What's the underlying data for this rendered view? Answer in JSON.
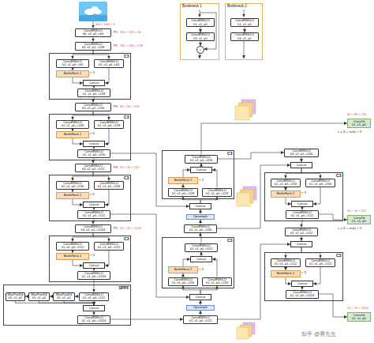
{
  "diagram": {
    "nodes": [
      {
        "text": [
          "Bottleneck 1"
        ]
      },
      {
        "text": [
          "ConvBNSiLU",
          "k1, s1, p0"
        ],
        "in": 0
      },
      {
        "text": [
          "ConvBNSiLU",
          "k3, s1, p1"
        ],
        "in": 0
      },
      {
        "text": [
          "+"
        ],
        "in": 0
      },
      {
        "text": [
          "Bottleneck 2"
        ]
      },
      {
        "text": [
          "ConvBNSiLU",
          "k1, s1, p0"
        ],
        "in": 4
      },
      {
        "text": [
          "ConvBNSiLU",
          "k3, s1, p1"
        ],
        "in": 4
      },
      {
        "text": [
          "ConvBNSiLU",
          "k6, s2, p2, c64"
        ]
      },
      {
        "text": [
          "ConvBNSiLU",
          "k3, s2, p1, c128"
        ]
      },
      {
        "text": [
          "C3"
        ]
      },
      {
        "text": [
          "ConvBNSiLU",
          "k1, s1, p0, c64"
        ],
        "in": 9
      },
      {
        "text": [
          "ConvBNSiLU",
          "k1, s1, p0, c64"
        ],
        "in": 9
      },
      {
        "text": [
          "BottleNeck 1"
        ],
        "in": 9
      },
      {
        "text": [
          "Concat"
        ],
        "in": 9
      },
      {
        "text": [
          "ConvBNSiLU",
          "k1, s1, p0, c128"
        ],
        "in": 9
      },
      {
        "text": [
          "ConvBNSiLU",
          "k3, s2, p1, c256"
        ]
      },
      {
        "text": [
          "C3"
        ]
      },
      {
        "text": [
          "ConvBNSiLU",
          "k1, s1, p0, c128"
        ],
        "in": 16
      },
      {
        "text": [
          "ConvBNSiLU",
          "k1, s1, p0, c128"
        ],
        "in": 16
      },
      {
        "text": [
          "BottleNeck 1"
        ],
        "in": 16
      },
      {
        "text": [
          "Concat"
        ],
        "in": 16
      },
      {
        "text": [
          "ConvBNSiLU",
          "k1, s1, p0, c256"
        ],
        "in": 16
      },
      {
        "text": [
          "ConvBNSiLU",
          "k3, s2, p1, c512"
        ]
      },
      {
        "text": [
          "C3"
        ]
      },
      {
        "text": [
          "ConvBNSiLU",
          "k1, s1, p0, c256"
        ],
        "in": 23
      },
      {
        "text": [
          "ConvBNSiLU",
          "k1, s1, p0, c256"
        ],
        "in": 23
      },
      {
        "text": [
          "BottleNeck 1"
        ],
        "in": 23
      },
      {
        "text": [
          "Concat"
        ],
        "in": 23
      },
      {
        "text": [
          "ConvBNSiLU",
          "k1, s1, p0, c512"
        ],
        "in": 23
      },
      {
        "text": [
          "ConvBNSiLU",
          "k3, s2, p1, c1024"
        ]
      },
      {
        "text": [
          "C3"
        ]
      },
      {
        "text": [
          "ConvBNSiLU",
          "k1, s1, p0, c512"
        ],
        "in": 30
      },
      {
        "text": [
          "ConvBNSiLU",
          "k1, s1, p0, c512"
        ],
        "in": 30
      },
      {
        "text": [
          "BottleNeck 1"
        ],
        "in": 30
      },
      {
        "text": [
          "Concat"
        ],
        "in": 30
      },
      {
        "text": [
          "ConvBNSiLU",
          "k1, s1, p0, c1024"
        ],
        "in": 30
      },
      {
        "text": [
          "SPPF"
        ]
      },
      {
        "text": [
          "ConvBNSiLU",
          "k1, s1, p0, c512"
        ],
        "in": 36
      },
      {
        "text": [
          "MaxPool2d",
          "k5, s1, p2"
        ],
        "in": 36
      },
      {
        "text": [
          "MaxPool2d",
          "k5, s1, p2"
        ],
        "in": 36
      },
      {
        "text": [
          "MaxPool2d",
          "k5, s1, p2"
        ],
        "in": 36
      },
      {
        "text": [
          "Concat"
        ],
        "in": 36
      },
      {
        "text": [
          "ConvBNSiLU",
          "k1, s1, p0, c1024"
        ],
        "in": 36
      },
      {
        "text": [
          "ConvBNSiLU",
          "k1, s1, p0, c512"
        ]
      },
      {
        "text": [
          "Upsample"
        ]
      },
      {
        "text": [
          "Concat"
        ]
      },
      {
        "text": [
          "C3"
        ]
      },
      {
        "text": [
          "ConvBNSiLU",
          "k1, s1, p0, c512"
        ],
        "in": 46
      },
      {
        "text": [
          "Concat"
        ],
        "in": 46
      },
      {
        "text": [
          "BottleNeck 2"
        ],
        "in": 46
      },
      {
        "text": [
          "ConvBNSiLU",
          "k1, s1, p0, c256"
        ],
        "in": 46
      },
      {
        "text": [
          "ConvBNSiLU",
          "k1, s1, p0, c256"
        ],
        "in": 46
      },
      {
        "text": [
          "ConvBNSiLU",
          "k1, s1, p0, c256"
        ]
      },
      {
        "text": [
          "Upsample"
        ]
      },
      {
        "text": [
          "Concat"
        ]
      },
      {
        "text": [
          "C3"
        ]
      },
      {
        "text": [
          "ConvBNSiLU",
          "k1, s1, p0, c256"
        ],
        "in": 55
      },
      {
        "text": [
          "Concat"
        ],
        "in": 55
      },
      {
        "text": [
          "BottleNeck 2"
        ],
        "in": 55
      },
      {
        "text": [
          "ConvBNSiLU",
          "k1, s1, p0, c128"
        ],
        "in": 55
      },
      {
        "text": [
          "ConvBNSiLU",
          "k1, s1, p0, c128"
        ],
        "in": 55
      },
      {
        "text": [
          "ConvBNSiLU",
          "k3, s2, p1, c256"
        ]
      },
      {
        "text": [
          "Concat"
        ]
      },
      {
        "text": [
          "C3"
        ]
      },
      {
        "text": [
          "ConvBNSiLU",
          "k1, s1, p0, c256"
        ],
        "in": 63
      },
      {
        "text": [
          "ConvBNSiLU",
          "k1, s1, p0, c256"
        ],
        "in": 63
      },
      {
        "text": [
          "BottleNeck 2"
        ],
        "in": 63
      },
      {
        "text": [
          "Concat"
        ],
        "in": 63
      },
      {
        "text": [
          "ConvBNSiLU",
          "k1, s1, p0, c512"
        ],
        "in": 63
      },
      {
        "text": [
          "ConvBNSiLU",
          "k3, s2, p1, c512"
        ]
      },
      {
        "text": [
          "Concat"
        ]
      },
      {
        "text": [
          "C3"
        ]
      },
      {
        "text": [
          "ConvBNSiLU",
          "k1, s1, p0, c512"
        ],
        "in": 71
      },
      {
        "text": [
          "ConvBNSiLU",
          "k1, s1, p0, c512"
        ],
        "in": 71
      },
      {
        "text": [
          "BottleNeck 2"
        ],
        "in": 71
      },
      {
        "text": [
          "Concat"
        ],
        "in": 71
      },
      {
        "text": [
          "ConvBNSiLU",
          "k1, s1, p0, c1024"
        ],
        "in": 71
      },
      {
        "text": [
          "Conv2d",
          "k1, s1, p0"
        ]
      },
      {
        "text": [
          "Conv2d",
          "k1, s1, p0"
        ]
      },
      {
        "text": [
          "Conv2d",
          "k1, s1, p0"
        ]
      }
    ],
    "edges": [
      {
        "from": 1,
        "to": 2,
        "arrow": "to"
      },
      {
        "from": 2,
        "to": 3,
        "arrow": "to"
      },
      {
        "from": 5,
        "to": 6,
        "arrow": "to"
      },
      {
        "from": 7,
        "to": 8,
        "arrow": "to"
      },
      {
        "from": 8,
        "to": 10,
        "arrow": "to"
      },
      {
        "from": 8,
        "to": 11,
        "arrow": "to"
      },
      {
        "from": 10,
        "to": 12,
        "arrow": "to"
      },
      {
        "from": 12,
        "to": 13,
        "arrow": "to"
      },
      {
        "from": 11,
        "to": 13,
        "arrow": "to"
      },
      {
        "from": 13,
        "to": 14,
        "arrow": "to"
      },
      {
        "from": 14,
        "to": 15,
        "arrow": "to"
      },
      {
        "from": 15,
        "to": 17,
        "arrow": "to"
      },
      {
        "from": 15,
        "to": 18,
        "arrow": "to"
      },
      {
        "from": 17,
        "to": 19,
        "arrow": "to"
      },
      {
        "from": 19,
        "to": 20,
        "arrow": "to"
      },
      {
        "from": 18,
        "to": 20,
        "arrow": "to"
      },
      {
        "from": 20,
        "to": 21,
        "arrow": "to"
      },
      {
        "from": 21,
        "to": 22,
        "arrow": "to"
      },
      {
        "from": 22,
        "to": 24,
        "arrow": "to"
      },
      {
        "from": 22,
        "to": 25,
        "arrow": "to"
      },
      {
        "from": 24,
        "to": 26,
        "arrow": "to"
      },
      {
        "from": 26,
        "to": 27,
        "arrow": "to"
      },
      {
        "from": 25,
        "to": 27,
        "arrow": "to"
      },
      {
        "from": 27,
        "to": 28,
        "arrow": "to"
      },
      {
        "from": 28,
        "to": 29,
        "arrow": "to"
      },
      {
        "from": 29,
        "to": 31,
        "arrow": "to"
      },
      {
        "from": 29,
        "to": 32,
        "arrow": "to"
      },
      {
        "from": 31,
        "to": 33,
        "arrow": "to"
      },
      {
        "from": 33,
        "to": 34,
        "arrow": "to"
      },
      {
        "from": 32,
        "to": 34,
        "arrow": "to"
      },
      {
        "from": 34,
        "to": 35,
        "arrow": "to"
      },
      {
        "from": 35,
        "to": 37,
        "arrow": "to"
      },
      {
        "from": 37,
        "to": 38,
        "arrow": "to"
      },
      {
        "from": 38,
        "to": 39,
        "arrow": "to"
      },
      {
        "from": 39,
        "to": 40,
        "arrow": "to"
      },
      {
        "from": 37,
        "to": 41,
        "arrow": "to"
      },
      {
        "from": 38,
        "to": 41,
        "arrow": "to"
      },
      {
        "from": 39,
        "to": 41,
        "arrow": "to"
      },
      {
        "from": 40,
        "to": 41,
        "arrow": "to"
      },
      {
        "from": 41,
        "to": 42,
        "arrow": "to"
      },
      {
        "from": 42,
        "to": 43,
        "arrow": "to"
      },
      {
        "from": 43,
        "to": 44,
        "arrow": "to"
      },
      {
        "from": 44,
        "to": 45,
        "arrow": "to"
      },
      {
        "from": 28,
        "to": 45,
        "arrow": "to"
      },
      {
        "from": 45,
        "to": 50,
        "arrow": "to"
      },
      {
        "from": 45,
        "to": 51,
        "arrow": "to"
      },
      {
        "from": 50,
        "to": 49,
        "arrow": "to"
      },
      {
        "from": 49,
        "to": 48,
        "arrow": "to"
      },
      {
        "from": 51,
        "to": 48,
        "arrow": "to"
      },
      {
        "from": 48,
        "to": 47,
        "arrow": "to"
      },
      {
        "from": 47,
        "to": 52,
        "arrow": "to"
      },
      {
        "from": 52,
        "to": 53,
        "arrow": "to"
      },
      {
        "from": 53,
        "to": 54,
        "arrow": "to"
      },
      {
        "from": 21,
        "to": 54,
        "arrow": "to"
      },
      {
        "from": 54,
        "to": 59,
        "arrow": "to"
      },
      {
        "from": 54,
        "to": 60,
        "arrow": "to"
      },
      {
        "from": 59,
        "to": 58,
        "arrow": "to"
      },
      {
        "from": 58,
        "to": 57,
        "arrow": "to"
      },
      {
        "from": 60,
        "to": 57,
        "arrow": "to"
      },
      {
        "from": 57,
        "to": 56,
        "arrow": "to"
      },
      {
        "from": 56,
        "to": 77,
        "arrow": "to"
      },
      {
        "from": 56,
        "to": 61,
        "arrow": "to"
      },
      {
        "from": 52,
        "to": 62,
        "arrow": "to"
      },
      {
        "from": 61,
        "to": 62,
        "arrow": "to"
      },
      {
        "from": 62,
        "to": 64,
        "arrow": "to"
      },
      {
        "from": 62,
        "to": 65,
        "arrow": "to"
      },
      {
        "from": 64,
        "to": 66,
        "arrow": "to"
      },
      {
        "from": 66,
        "to": 67,
        "arrow": "to"
      },
      {
        "from": 65,
        "to": 67,
        "arrow": "to"
      },
      {
        "from": 67,
        "to": 68,
        "arrow": "to"
      },
      {
        "from": 68,
        "to": 78,
        "arrow": "to"
      },
      {
        "from": 68,
        "to": 69,
        "arrow": "to"
      },
      {
        "from": 69,
        "to": 70,
        "arrow": "to"
      },
      {
        "from": 43,
        "to": 70,
        "arrow": "to"
      },
      {
        "from": 70,
        "to": 72,
        "arrow": "to"
      },
      {
        "from": 70,
        "to": 73,
        "arrow": "to"
      },
      {
        "from": 72,
        "to": 74,
        "arrow": "to"
      },
      {
        "from": 74,
        "to": 75,
        "arrow": "to"
      },
      {
        "from": 73,
        "to": 75,
        "arrow": "to"
      },
      {
        "from": 75,
        "to": 76,
        "arrow": "to"
      },
      {
        "from": 76,
        "to": 79,
        "arrow": "to"
      }
    ],
    "labels": [
      "640 × 640 × 3",
      "P1",
      "320 × 320 × 64",
      "P2",
      "160 × 160 × 128",
      "× 3",
      "P3",
      "80 × 80 × 256",
      "× 6",
      "P4",
      "40 × 40 × 512",
      "× 9",
      "P5",
      "20 × 20 × 1024",
      "× 3",
      "× 3",
      "× 3",
      "× 3",
      "× 3",
      "80 × 80 × 256",
      "c = (5 + ncls) × 3",
      "40 × 40 × 512",
      "c = (5 + ncls) × 3",
      "20 × 20 × 1024",
      "知乎 @赛先生"
    ]
  }
}
